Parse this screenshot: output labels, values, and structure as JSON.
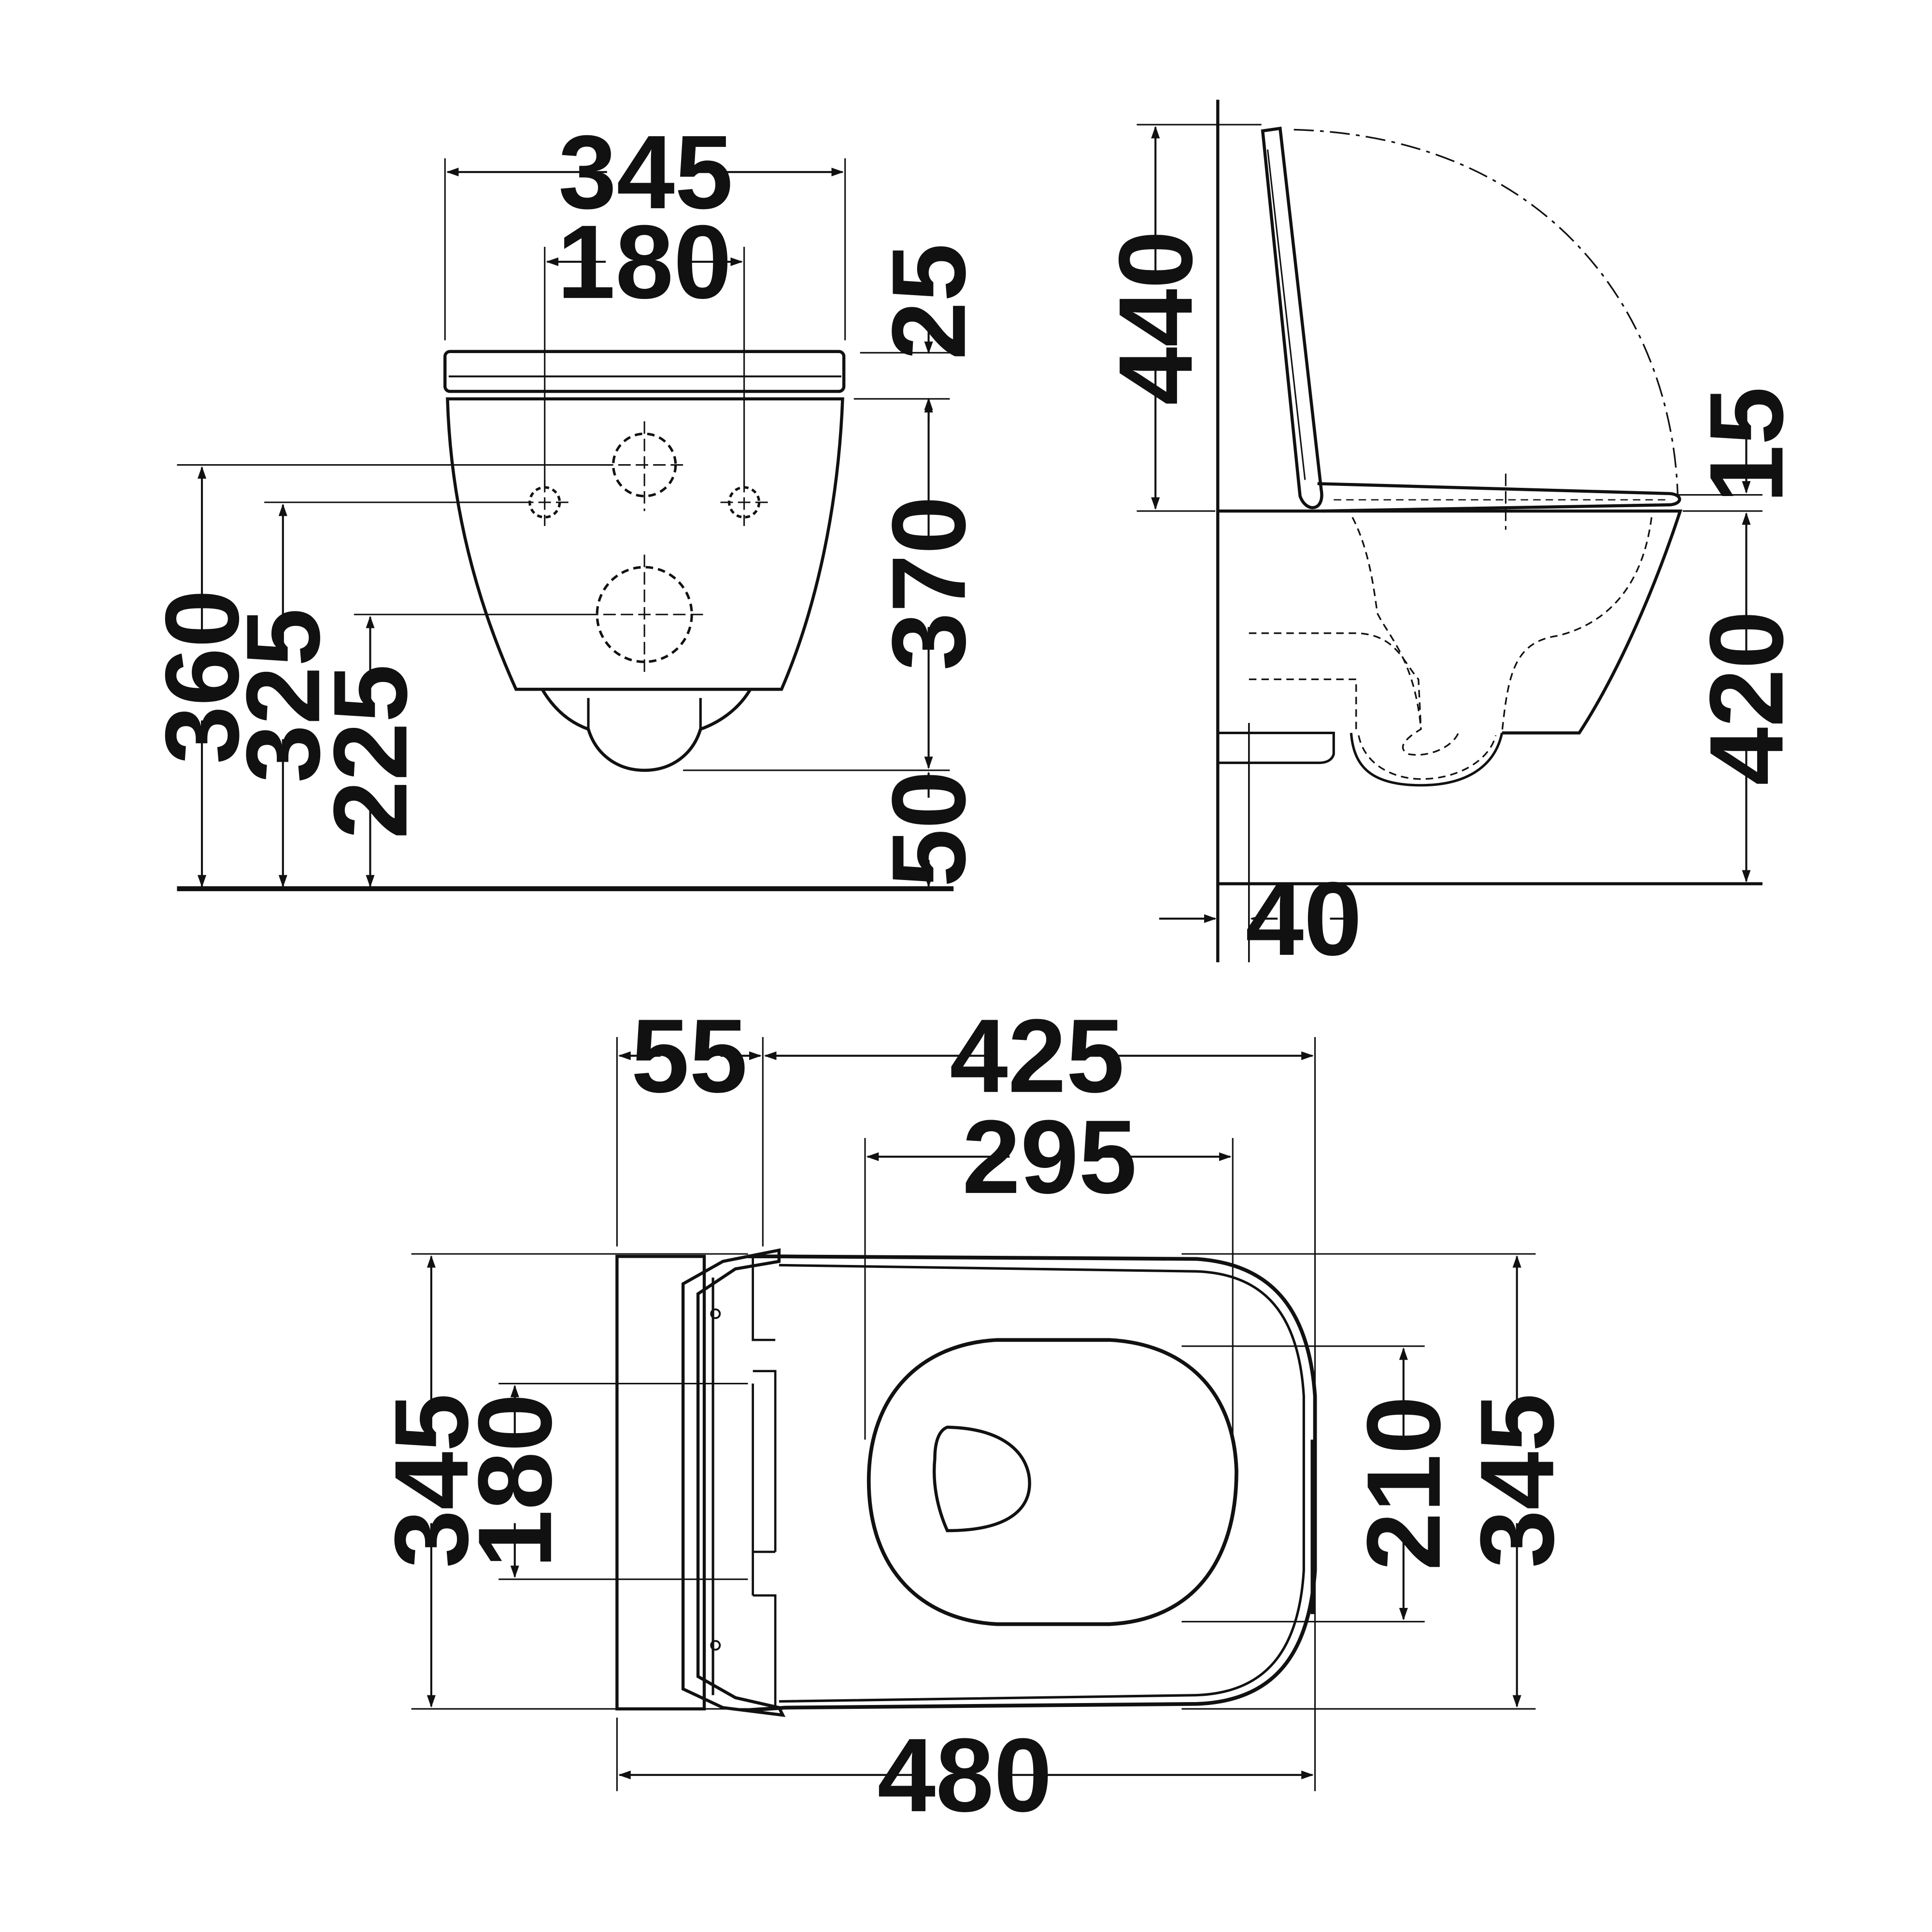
{
  "front_view": {
    "dims": {
      "width": "345",
      "bolt_spacing": "180",
      "seat_thickness": "25",
      "bowl_height": "370",
      "bottom_clearance": "50",
      "inlet_height": "360",
      "bolt_height": "325",
      "outlet_height": "225"
    }
  },
  "side_view": {
    "dims": {
      "lid_height": "440",
      "seat_gap": "15",
      "rim_height": "420",
      "wall_offset": "40"
    }
  },
  "top_view": {
    "dims": {
      "back_depth": "55",
      "front_depth": "425",
      "opening_length": "295",
      "overall_width_left": "345",
      "bolt_spacing": "180",
      "opening_width": "210",
      "overall_width_right": "345",
      "overall_length": "480"
    }
  }
}
